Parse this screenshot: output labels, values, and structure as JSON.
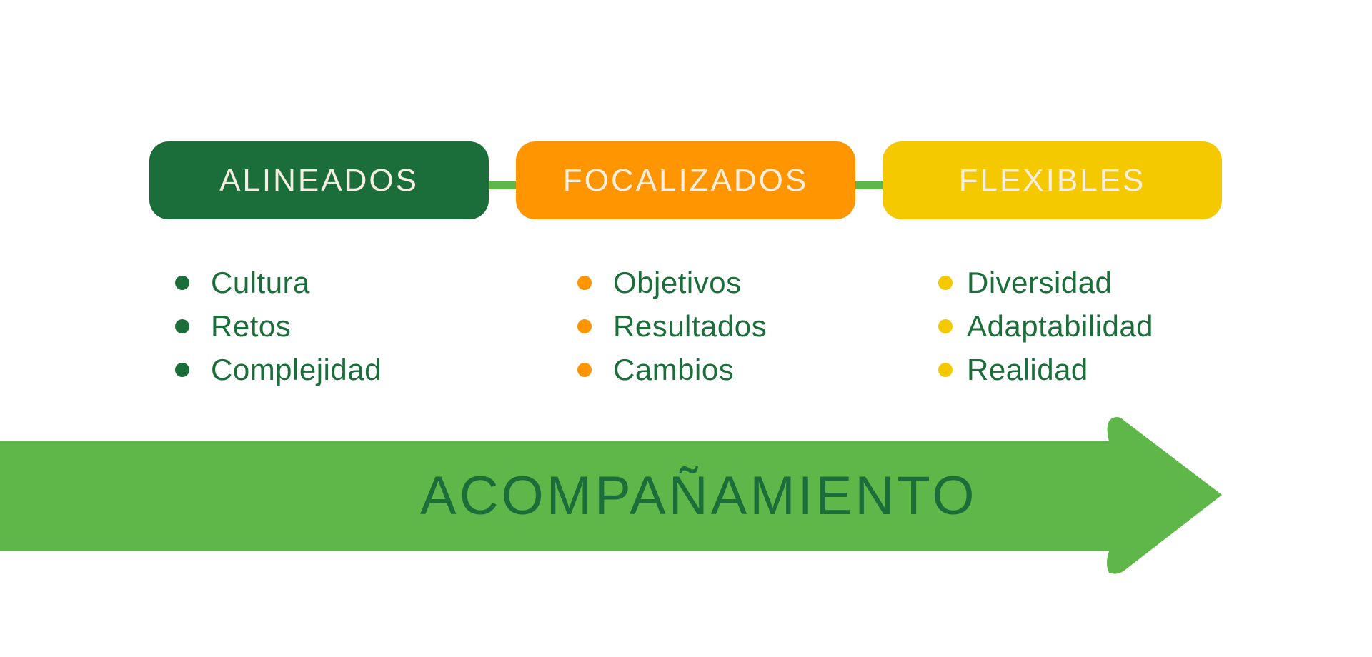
{
  "colors": {
    "dark_green": "#1b6e3a",
    "orange": "#ff9500",
    "yellow": "#f4c900",
    "light_green": "#5fb74a",
    "label_text": "#f6eee2"
  },
  "stages": [
    {
      "title": "ALINEADOS",
      "color": "#1b6e3a",
      "items": [
        "Cultura",
        "Retos",
        "Complejidad"
      ]
    },
    {
      "title": "FOCALIZADOS",
      "color": "#ff9500",
      "items": [
        "Objetivos",
        "Resultados",
        "Cambios"
      ]
    },
    {
      "title": "FLEXIBLES",
      "color": "#f4c900",
      "items": [
        "Diversidad",
        "Adaptabilidad",
        "Realidad"
      ]
    }
  ],
  "arrow": {
    "label": "ACOMPAÑAMIENTO"
  }
}
